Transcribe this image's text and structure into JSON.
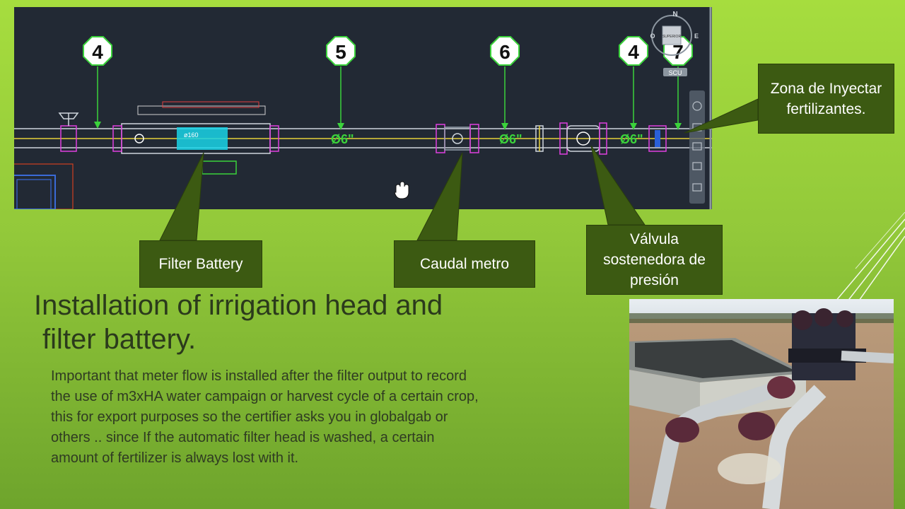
{
  "slide": {
    "title_line1": "Installation of irrigation head and",
    "title_line2": "filter battery.",
    "body": "Important that meter flow is installed after the filter output to record the use of m3xHA water campaign or harvest cycle of a certain crop, this for export purposes so the certifier asks you in globalgab or others .. since If the automatic filter head is washed, a certain amount of fertilizer is always lost with it."
  },
  "callouts": {
    "filter_battery": "Filter Battery",
    "caudal_metro": "Caudal metro",
    "valvula": "Válvula sostenedora de presión",
    "zona": "Zona de Inyectar fertilizantes."
  },
  "cad": {
    "markers": [
      "4",
      "5",
      "6",
      "4",
      "7"
    ],
    "pipe_labels": [
      "Ø6\"",
      "Ø6\"",
      "Ø6\""
    ],
    "filter_size": "ø160",
    "viewcube": {
      "n": "N",
      "o": "O",
      "e": "E",
      "face": "SUPERIOR",
      "scu": "SCU"
    }
  },
  "colors": {
    "callout_bg": "#3c5a12",
    "cad_bg": "#222934",
    "pipe_green": "#3bd33b",
    "magenta": "#e040e0"
  }
}
